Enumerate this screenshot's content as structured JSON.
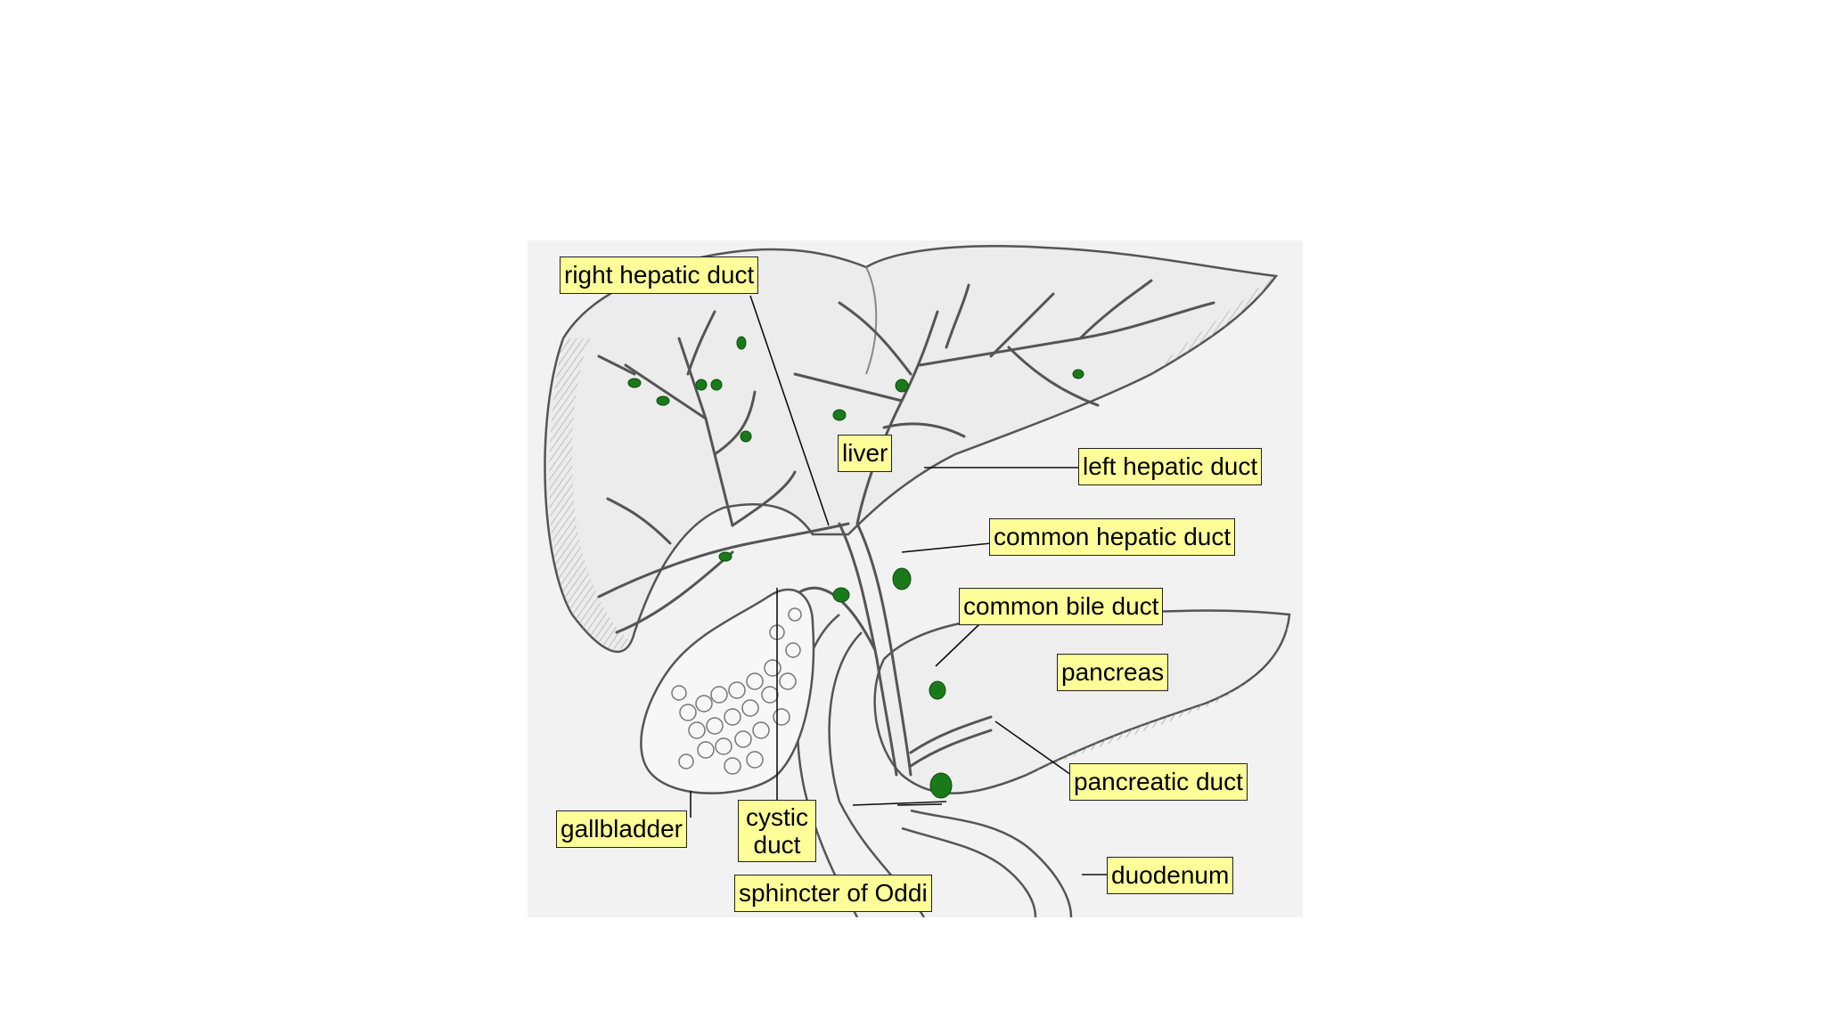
{
  "diagram": {
    "labels": {
      "right_hepatic_duct": "right hepatic duct",
      "liver": "liver",
      "left_hepatic_duct": "left hepatic duct",
      "common_hepatic_duct": "common hepatic duct",
      "common_bile_duct": "common bile duct",
      "pancreas": "pancreas",
      "pancreatic_duct": "pancreatic duct",
      "gallbladder": "gallbladder",
      "cystic_duct": "cystic duct",
      "sphincter_of_oddi": "sphincter of Oddi",
      "duodenum": "duodenum"
    },
    "colors": {
      "label_fill": "#ffff99",
      "node": "#1a7a1a",
      "outline": "#555555",
      "background": "#f2f2f2"
    }
  }
}
